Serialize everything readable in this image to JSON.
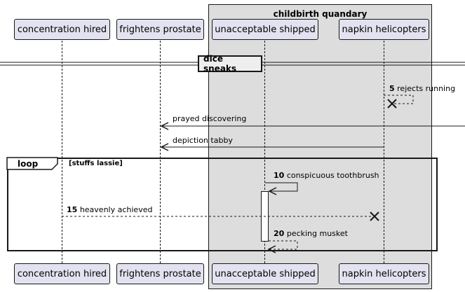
{
  "box": {
    "title": "childbirth quandary"
  },
  "participants": [
    {
      "name": "concentration hired"
    },
    {
      "name": "frightens prostate"
    },
    {
      "name": "unacceptable shipped"
    },
    {
      "name": "napkin helicopters"
    }
  ],
  "divider": {
    "title": "dice sneaks"
  },
  "loop": {
    "label": "loop",
    "guard": "[stuffs lassie]"
  },
  "messages": [
    {
      "num": "5",
      "text": "rejects running"
    },
    {
      "num": "",
      "text": "prayed discovering"
    },
    {
      "num": "",
      "text": "depiction tabby"
    },
    {
      "num": "10",
      "text": "conspicuous toothbrush"
    },
    {
      "num": "15",
      "text": "heavenly achieved"
    },
    {
      "num": "20",
      "text": "pecking musket"
    }
  ]
}
